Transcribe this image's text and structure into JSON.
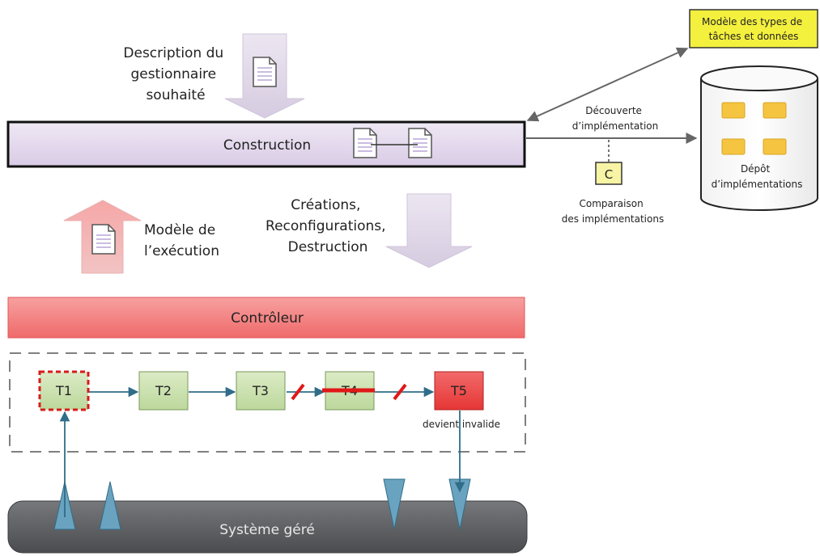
{
  "description_label": [
    "Description du",
    "gestionnaire",
    "souhaité"
  ],
  "construction_label": "Construction",
  "discovery_label": [
    "Découverte",
    "d’implémentation"
  ],
  "comparator_label": "C",
  "comparison_label": [
    "Comparaison",
    "des implémentations"
  ],
  "model_types_label": [
    "Modèle des types de",
    "tâches et données"
  ],
  "repository_label": [
    "Dépôt",
    "d’implémentations"
  ],
  "execution_model_label": [
    "Modèle de",
    "l’exécution"
  ],
  "actions_label": [
    "Créations,",
    "Reconfigurations,",
    "Destruction"
  ],
  "controller_label": "Contrôleur",
  "tasks": [
    {
      "label": "T1",
      "state": "selected"
    },
    {
      "label": "T2",
      "state": "normal"
    },
    {
      "label": "T3",
      "state": "normal"
    },
    {
      "label": "T4",
      "state": "struck"
    },
    {
      "label": "T5",
      "state": "invalid"
    }
  ],
  "invalid_note": "devient invalide",
  "managed_system_label": "Système géré",
  "colors": {
    "construction_fill": "#e3d9ec",
    "controller_fill": "#f58a8a",
    "task_fill": "#cfe3b2",
    "task_invalid_fill": "#ee4a4a",
    "model_box_fill": "#f4f03e",
    "connector": "#2f6d88",
    "struck": "#e01818",
    "system_fill": "#5c5e61"
  }
}
